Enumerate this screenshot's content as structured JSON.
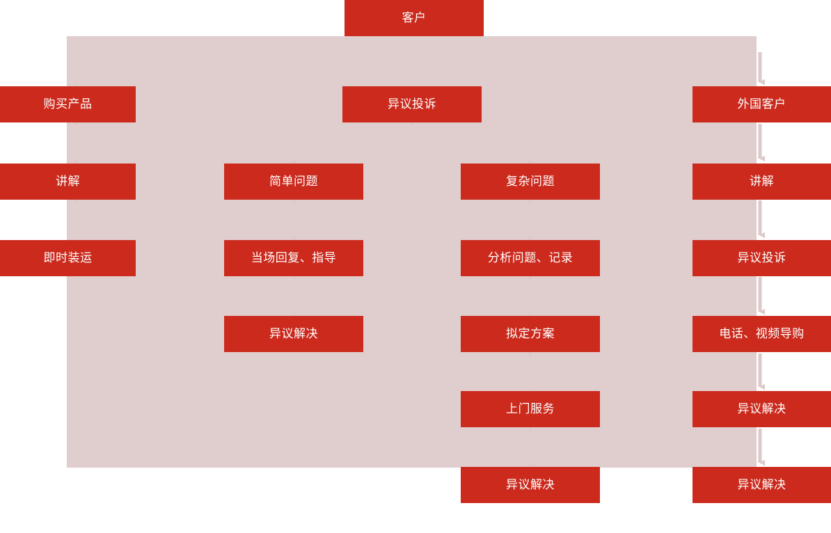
{
  "diagram": {
    "title_node": {
      "label": "客户"
    },
    "band_color": "#e0cece",
    "node_color": "#cb2a1d",
    "node_text_color": "#ffffff",
    "connector_color": "#ddc9c9",
    "columns": [
      {
        "name": "domestic-direct-purchase",
        "nodes": [
          {
            "label": "购买产品"
          },
          {
            "label": "讲解"
          },
          {
            "label": "即时装运"
          }
        ]
      },
      {
        "name": "simple-complaint",
        "nodes": [
          {
            "label": "异议投诉"
          },
          {
            "label": "简单问题"
          },
          {
            "label": "当场回复、指导"
          },
          {
            "label": "异议解决"
          }
        ]
      },
      {
        "name": "complex-complaint",
        "nodes": [
          {
            "label": "复杂问题"
          },
          {
            "label": "分析问题、记录"
          },
          {
            "label": "拟定方案"
          },
          {
            "label": "上门服务"
          },
          {
            "label": "异议解决"
          }
        ]
      },
      {
        "name": "foreign-customer",
        "nodes": [
          {
            "label": "外国客户"
          },
          {
            "label": "讲解"
          },
          {
            "label": "异议投诉"
          },
          {
            "label": "电话、视频导购"
          },
          {
            "label": "异议解决"
          },
          {
            "label": "异议解决"
          }
        ]
      }
    ],
    "all_nodes": {
      "customer": "客户",
      "buy_product": "购买产品",
      "objection_complaint_top": "异议投诉",
      "foreign_customer": "外国客户",
      "explain_left": "讲解",
      "simple_problem": "简单问题",
      "complex_problem": "复杂问题",
      "explain_right": "讲解",
      "immediate_shipping": "即时装运",
      "onsite_reply_guide": "当场回复、指导",
      "analyze_record": "分析问题、记录",
      "objection_complaint_right": "异议投诉",
      "objection_resolved_c2": "异议解决",
      "draft_plan": "拟定方案",
      "phone_video_shopping": "电话、视频导购",
      "door_to_door_service": "上门服务",
      "objection_resolved_r5": "异议解决",
      "objection_resolved_c3_last": "异议解决",
      "objection_resolved_r6": "异议解决"
    }
  }
}
